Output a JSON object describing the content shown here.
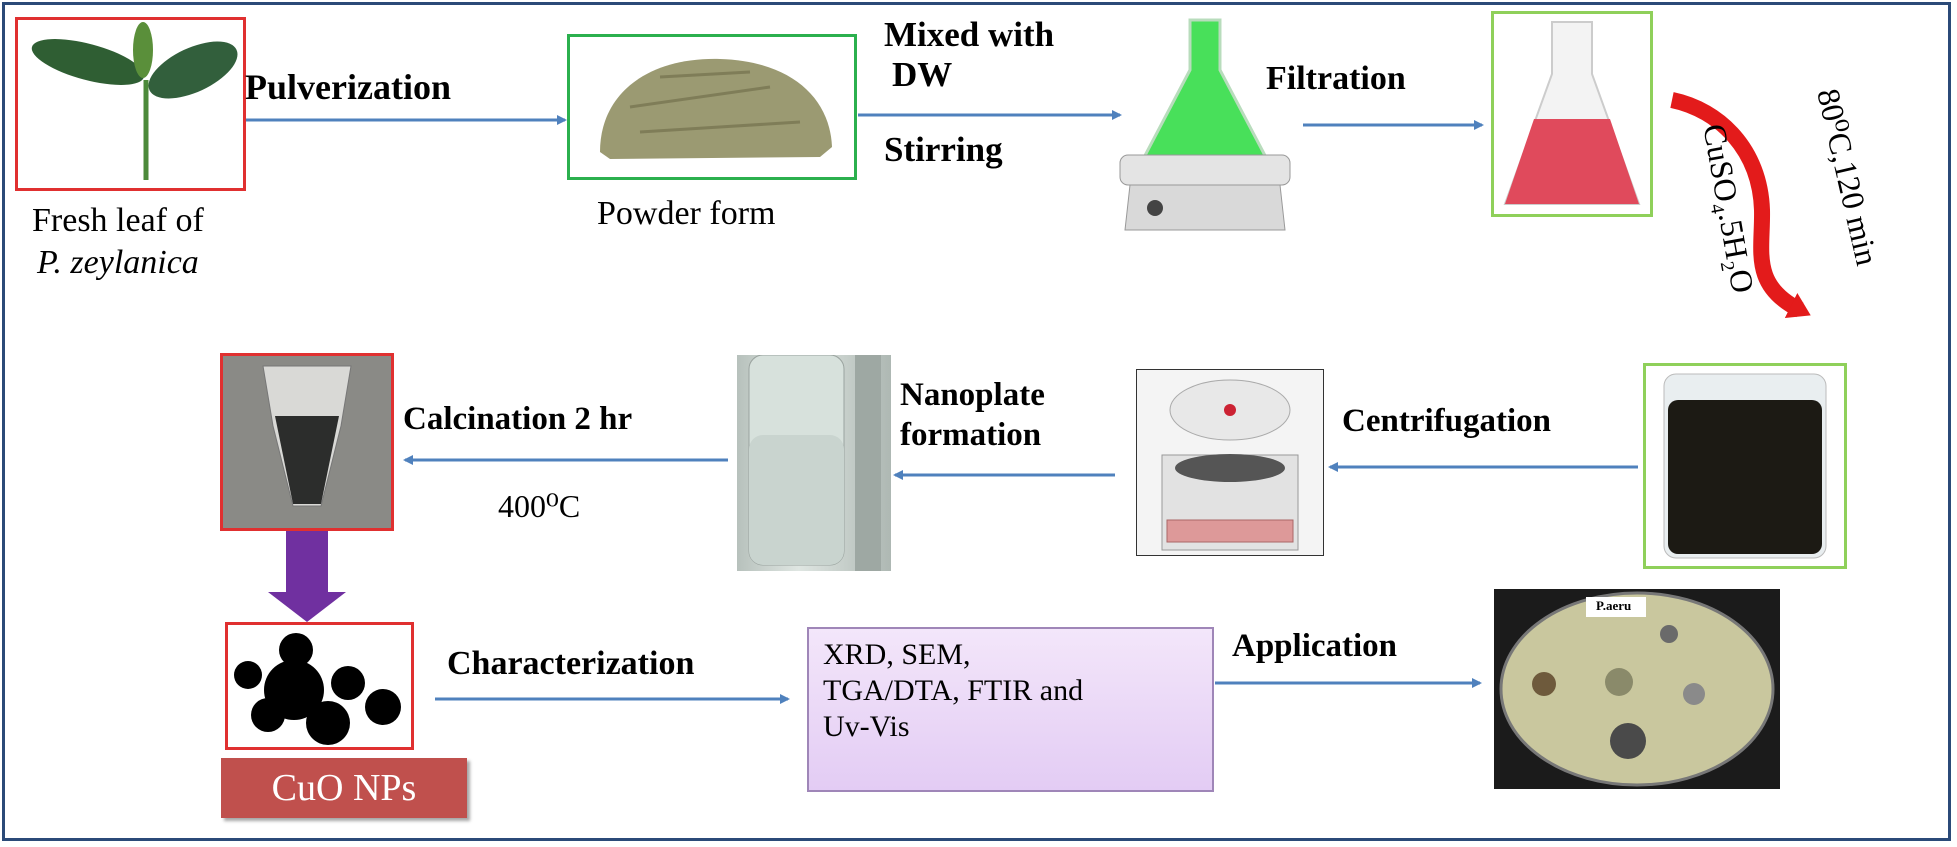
{
  "steps": {
    "leaf_caption_line1": "Fresh leaf of",
    "leaf_caption_line2": "P. zeylanica",
    "pulverization": "Pulverization",
    "powder_caption": "Powder form",
    "mixed_line1": "Mixed with",
    "mixed_line2": "DW",
    "stirring": "Stirring",
    "filtration": "Filtration",
    "condition": "80⁰C,120 min",
    "reagent": "CuSO₄.5H₂O",
    "centrifugation": "Centrifugation",
    "nanoplate_line1": "Nanoplate",
    "nanoplate_line2": "formation",
    "calcination": "Calcination 2 hr",
    "temperature": "400⁰C",
    "product": "CuO NPs",
    "characterization": "Characterization",
    "application": "Application",
    "plate_label": "P.aeru"
  },
  "techniques": [
    "XRD, SEM,",
    "TGA/DTA, FTIR and",
    "Uv-Vis"
  ],
  "colors": {
    "frame": "#2b4a78",
    "arrow": "#4f81bd",
    "red_box": "#e03030",
    "green_box": "#2bb04e",
    "light_green_box": "#8fd05a",
    "purple_arrow": "#7030a0",
    "curved_arrow": "#e31b1b",
    "product_tag": "#c0504d",
    "technique_box": "#e6d2f5"
  }
}
